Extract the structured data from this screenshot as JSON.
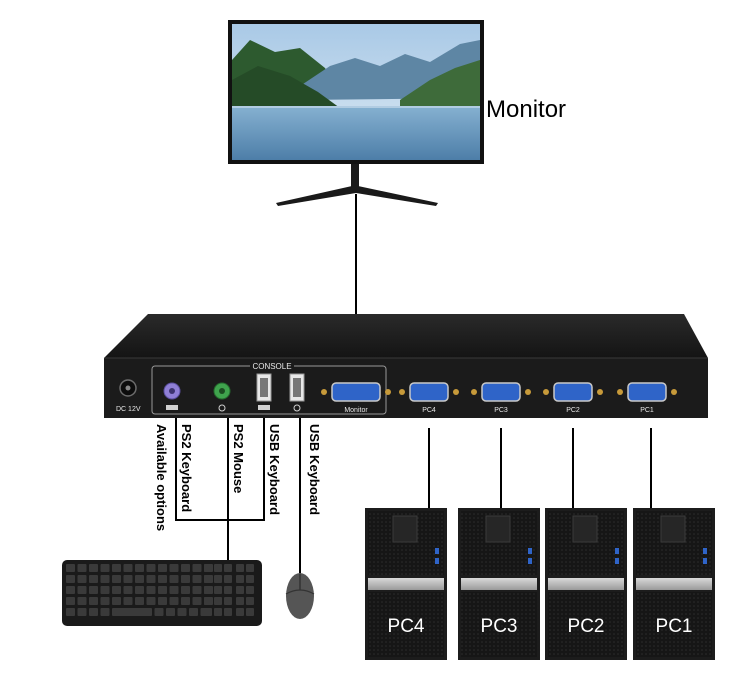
{
  "monitor": {
    "label": "Monitor"
  },
  "kvm": {
    "console_label": "CONSOLE",
    "dc_label": "DC 12V",
    "ports": [
      {
        "id": "monitor",
        "label": "Monitor"
      },
      {
        "id": "pc4",
        "label": "PC4"
      },
      {
        "id": "pc3",
        "label": "PC3"
      },
      {
        "id": "pc2",
        "label": "PC2"
      },
      {
        "id": "pc1",
        "label": "PC1"
      }
    ]
  },
  "console_ports": [
    {
      "id": "ps2-keyboard",
      "label": "PS2 Keyboard",
      "color": "#8f7fd6"
    },
    {
      "id": "ps2-mouse",
      "label": "PS2 Mouse",
      "color": "#3fa34d"
    },
    {
      "id": "usb-keyboard",
      "label": "USB Keyboard"
    },
    {
      "id": "usb-mouse-port",
      "label": "USB Keyboard"
    }
  ],
  "note": "Available options",
  "pcs": [
    {
      "id": "pc4",
      "label": "PC4"
    },
    {
      "id": "pc3",
      "label": "PC3"
    },
    {
      "id": "pc2",
      "label": "PC2"
    },
    {
      "id": "pc1",
      "label": "PC1"
    }
  ],
  "colors": {
    "device": "#1c1c1c",
    "vga_port": "#2f64c8",
    "screen_sky": "#b9d3ea",
    "water": "#6e9fc4"
  }
}
